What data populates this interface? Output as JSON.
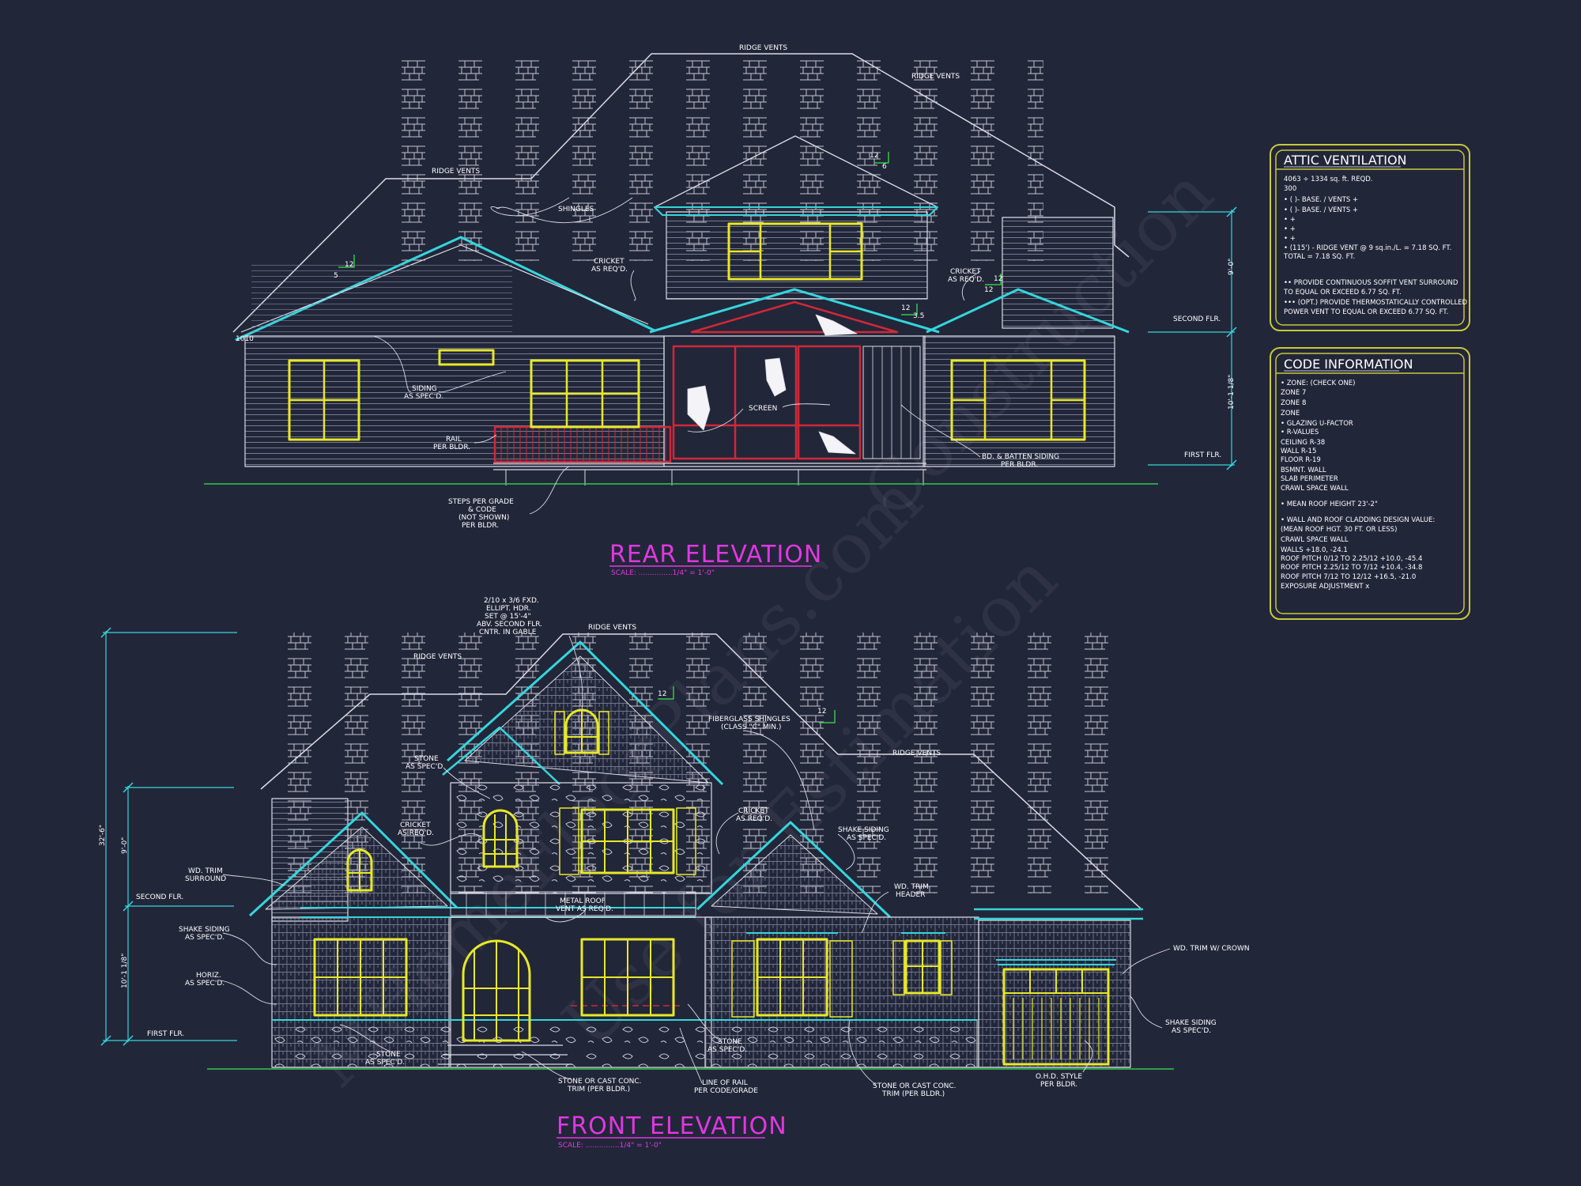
{
  "watermark": {
    "line1": "MHomeFloorPlans.com",
    "line2": "Use for Estimation",
    "line3": "Construction"
  },
  "rear_elevation": {
    "title": "REAR ELEVATION",
    "scale": "SCALE: ...............1/4\" = 1'-0\"",
    "labels": {
      "ridge_vents_1": "RIDGE VENTS",
      "ridge_vents_2": "RIDGE VENTS",
      "ridge_vents_3": "RIDGE VENTS",
      "shingles": "SHINGLES",
      "cricket_1a": "CRICKET",
      "cricket_1b": "AS REQ'D.",
      "cricket_2a": "CRICKET",
      "cricket_2b": "AS REQ'D.",
      "siding_a": "SIDING",
      "siding_b": "AS SPEC'D.",
      "rail_a": "RAIL",
      "rail_b": "PER BLDR.",
      "screen": "SCREEN",
      "batten_a": "BD. & BATTEN SIDING",
      "batten_b": "PER BLDR.",
      "steps_a": "STEPS PER GRADE",
      "steps_b": "& CODE",
      "steps_c": "(NOT SHOWN)",
      "steps_d": "PER BLDR.",
      "second_flr": "SECOND FLR.",
      "first_flr": "FIRST FLR.",
      "dim_upper": "9'-0\"",
      "dim_lower": "10'-1 1/8\"",
      "pitch_12a": "12",
      "pitch_5": "5",
      "pitch_12b": "12",
      "pitch_6": "6",
      "pitch_12c": "12",
      "pitch_35": "3.5",
      "pitch_12d": "12",
      "pitch_12e": "12",
      "fascia": "1010"
    }
  },
  "front_elevation": {
    "title": "FRONT ELEVATION",
    "scale": "SCALE: ...............1/4\" = 1'-0\"",
    "labels": {
      "header_a": "2/10 x 3/6 FXD.",
      "header_b": "ELLIPT. HDR.",
      "header_c": "SET @ 15'-4\"",
      "header_d": "ABV. SECOND FLR.",
      "header_e": "CNTR. IN GABLE",
      "ridge_vents_1": "RIDGE VENTS",
      "ridge_vents_2": "RIDGE VENTS",
      "ridge_vents_3": "RIDGE VENTS",
      "fiberglass_a": "FIBERGLASS SHINGLES",
      "fiberglass_b": "(CLASS \"C\" MIN.)",
      "stone_a": "STONE",
      "stone_b": "AS SPEC'D.",
      "cricket_1a": "CRICKET",
      "cricket_1b": "AS REQ'D.",
      "cricket_2a": "CRICKET",
      "cricket_2b": "AS REQ'D.",
      "shake_1a": "SHAKE SIDING",
      "shake_1b": "AS SPEC'D.",
      "trim_a": "WD. TRIM",
      "trim_b": "SURROUND",
      "trim_hdr_a": "WD. TRIM",
      "trim_hdr_b": "HEADER",
      "metal_a": "METAL ROOF",
      "metal_b": "VENT AS REQ'D.",
      "shake_2a": "SHAKE SIDING",
      "shake_2b": "AS SPEC'D.",
      "horiz_a": "HORIZ.",
      "horiz_b": "AS SPEC'D.",
      "crown": "WD. TRIM W/ CROWN",
      "shake_3a": "SHAKE SIDING",
      "shake_3b": "AS SPEC'D.",
      "stone_2a": "STONE",
      "stone_2b": "AS SPEC'D.",
      "stone_3a": "STONE",
      "stone_3b": "AS SPEC'D.",
      "cast_1a": "STONE OR CAST CONC.",
      "cast_1b": "TRIM (PER BLDR.)",
      "rail_line_a": "LINE OF RAIL",
      "rail_line_b": "PER CODE/GRADE",
      "cast_2a": "STONE OR CAST CONC.",
      "cast_2b": "TRIM (PER BLDR.)",
      "ohd_a": "O.H.D. STYLE",
      "ohd_b": "PER BLDR.",
      "second_flr": "SECOND FLR.",
      "first_flr": "FIRST FLR.",
      "dim_total": "32'-6\"",
      "dim_upper": "9'-0\"",
      "dim_lower": "10'-1 1/8\"",
      "pitch_12a": "12",
      "pitch_12b": "12"
    }
  },
  "attic_panel": {
    "title": "ATTIC VENTILATION",
    "lines": [
      "4063 ÷ 1334 sq. ft. REQD.",
      "300",
      "• (    )-         BASE.   /    VENTS  +",
      "• (    )-         BASE.   /    VENTS  +",
      "•                                              +",
      "•                                              +",
      "•                                              +",
      "• (115') - RIDGE VENT @ 9 sq.in./L. = 7.18 SQ. FT.",
      "                              TOTAL         = 7.18 SQ. FT.",
      "•• PROVIDE CONTINUOUS SOFFIT VENT SURROUND",
      "   TO EQUAL OR EXCEED  6.77 SQ. FT.",
      "••• (OPT.) PROVIDE THERMOSTATICALLY CONTROLLED",
      "   POWER VENT TO EQUAL OR EXCEED 6.77 SQ. FT."
    ]
  },
  "code_panel": {
    "title": "CODE INFORMATION",
    "lines": [
      "• ZONE: (CHECK ONE)",
      "      ZONE 7",
      "      ZONE 8",
      "      ZONE",
      "• GLAZING U-FACTOR",
      "• R-VALUES",
      "      CEILING                R-38",
      "      WALL                     R-15",
      "      FLOOR                  R-19",
      "      BSMNT. WALL",
      "      SLAB PERIMETER",
      "      CRAWL SPACE WALL",
      "• MEAN ROOF HEIGHT  23'-2\"",
      "• WALL AND ROOF CLADDING DESIGN VALUE:",
      "  (MEAN ROOF HGT. 30 FT. OR LESS)",
      "      CRAWL SPACE WALL",
      "      WALLS                                  +18.0, -24.1",
      "      ROOF PITCH 0/12 TO 2.25/12   +10.0, -45.4",
      "      ROOF PITCH 2.25/12 TO 7/12   +10.4, -34.8",
      "      ROOF PITCH 7/12 TO 12/12     +16.5, -21.0",
      "      EXPOSURE ADJUSTMENT          x"
    ]
  },
  "colors": {
    "background": "#222639",
    "outline": "#dcdce6",
    "cyan": "#34d6dc",
    "yellow": "#e8e82a",
    "red": "#d02838",
    "magenta": "#e038e0",
    "green": "#2fc84a",
    "panel_border": "#c8c83c"
  }
}
